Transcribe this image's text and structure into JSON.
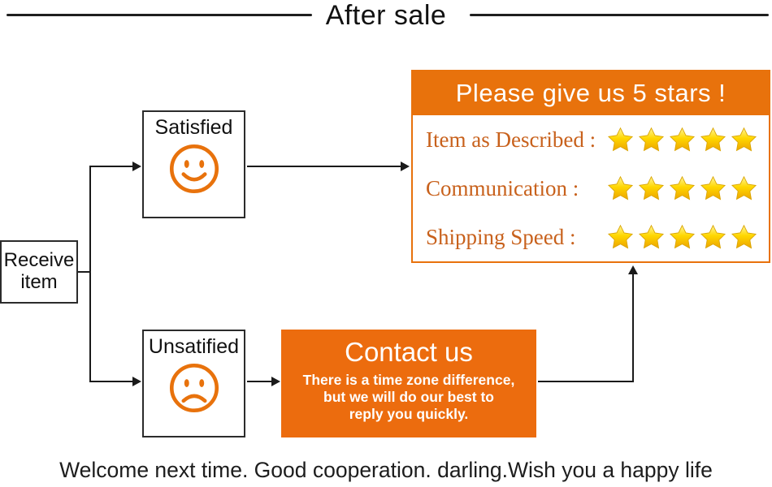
{
  "title": "After sale",
  "flow": {
    "receive": {
      "line1": "Receive",
      "line2": "item"
    },
    "satisfied_label": "Satisfied",
    "unsatisfied_label": "Unsatified"
  },
  "stars_panel": {
    "header": "Please give us 5 stars !",
    "rows": [
      {
        "label": "Item as Described :",
        "stars": 5
      },
      {
        "label": "Communication :",
        "stars": 5
      },
      {
        "label": "Shipping Speed :",
        "stars": 5
      }
    ]
  },
  "contact": {
    "title": "Contact us",
    "line1": "There is a time zone difference,",
    "line2": "but we will do our best to",
    "line3": "reply you quickly."
  },
  "footer": "Welcome next time. Good cooperation. darling.Wish you a happy life",
  "colors": {
    "accent_orange": "#e8720c",
    "contact_orange": "#ec6c0e",
    "rating_label_brown": "#c8611c",
    "star_gold": "#ffd700",
    "line_black": "#1a1a1a"
  }
}
